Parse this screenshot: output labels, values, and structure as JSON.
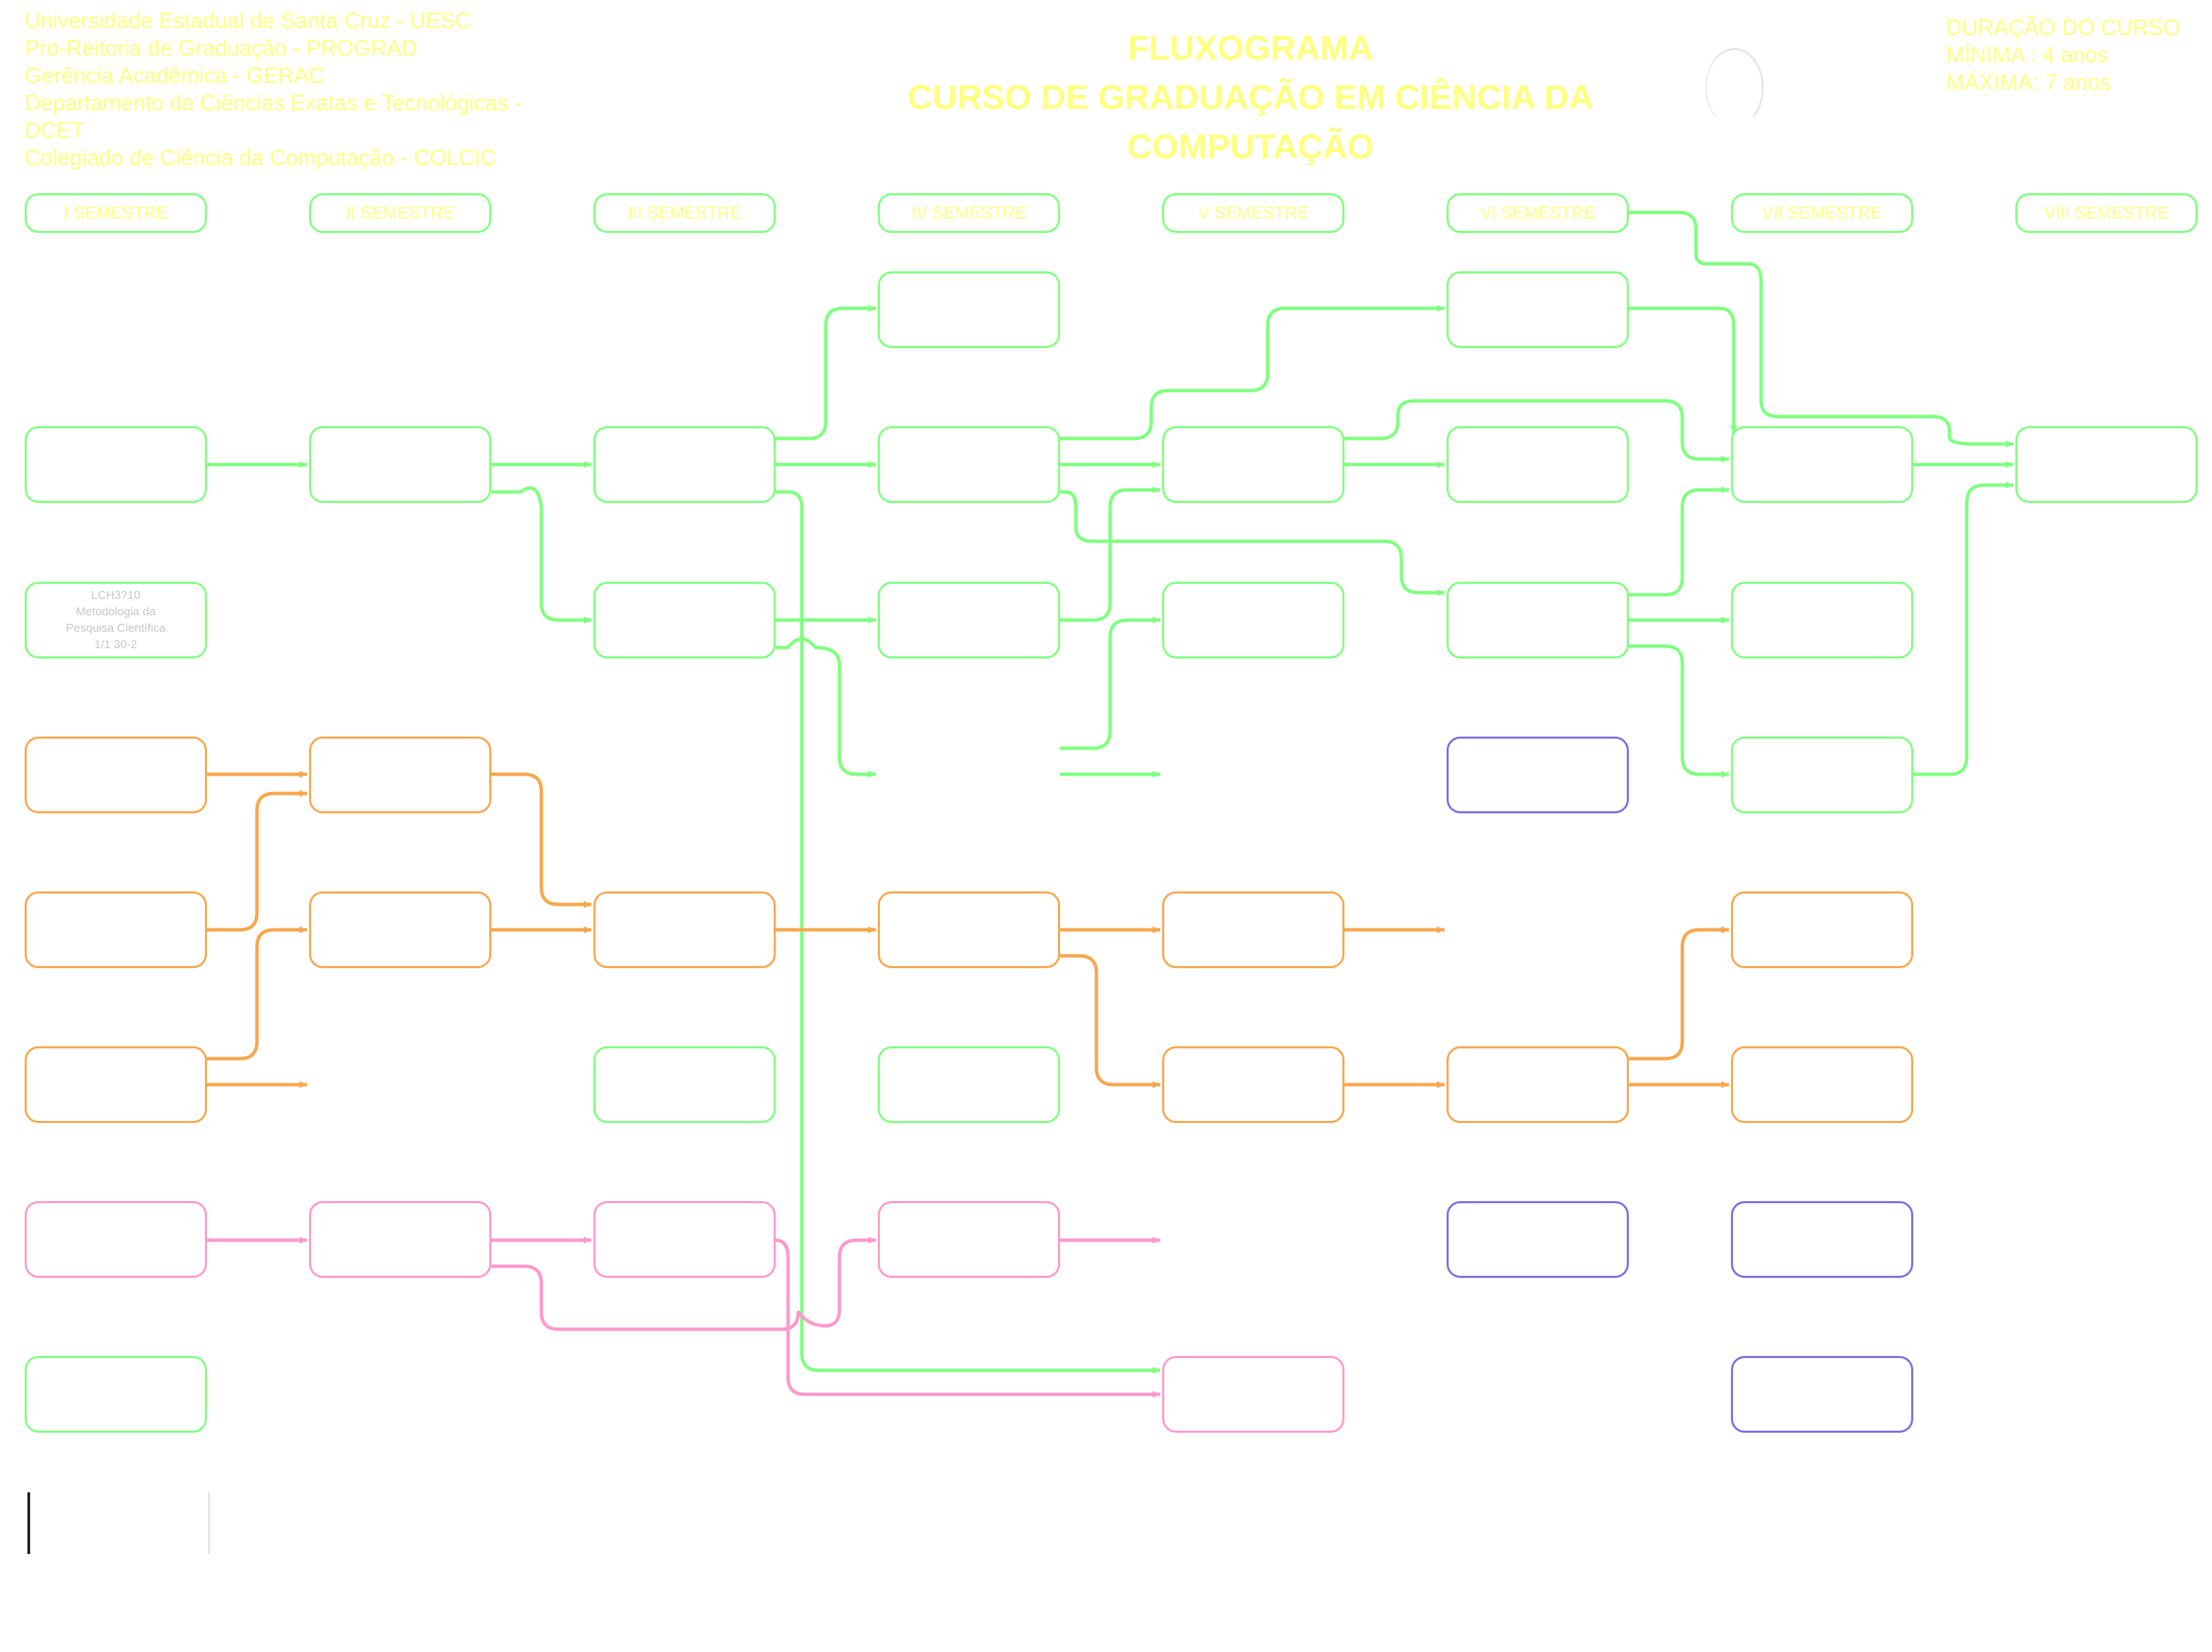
{
  "header": {
    "institution_lines": [
      "Universidade Estadual de Santa Cruz - UESC",
      "Pro-Reitoria de Graduação - PROGRAD",
      "Gerência  Acadêmica - GERAC",
      "Departamento de Ciências Exatas e Tecnológicas -",
      "DCET",
      "Colegiado de Ciência da Computação - COLCIC"
    ],
    "title_lines": [
      "FLUXOGRAMA",
      "CURSO DE GRADUAÇÃO EM CIÊNCIA DA",
      "COMPUTAÇÃO"
    ],
    "duration_lines": [
      "DURAÇÃO DO CURSO",
      "MÍNIMA : 4 anos",
      "MÁXIMA: 7 anos"
    ]
  },
  "semesters": [
    "I SEMESTRE",
    "II  SEMESTRE",
    "III SEMESTRE",
    "IV  SEMESTRE",
    "V SEMESTRE",
    "VI SEMESTRE",
    "VII SEMESTRE",
    "VIII SEMESTRE"
  ],
  "course_text": {
    "lines": [
      "LCH3?10",
      "Metodologia da",
      "Pesquisa Científica",
      "1/1 30-2"
    ]
  },
  "colors": {
    "green": "#80ff80",
    "orange": "#f7a74e",
    "pink": "#ff99cc",
    "blue": "#7b6fe6",
    "header_text": "#ffff80"
  }
}
